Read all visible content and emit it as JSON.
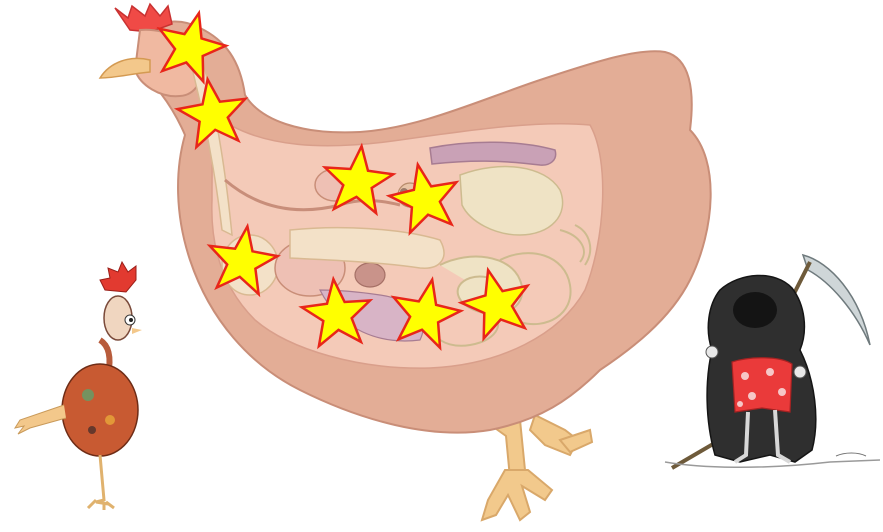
{
  "colors": {
    "background": "#ffffff",
    "hen_body": "#e3ad96",
    "hen_outline": "#c98e78",
    "hen_cavity": "#f4cab8",
    "organ_pale": "#f3e1c8",
    "organ_pink": "#eec0b4",
    "organ_purple": "#c9a1b6",
    "intestine": "#efe3c5",
    "legs": "#f2c98c",
    "comb": "#f04a46",
    "beak": "#f3c88b",
    "star_fill": "#ffff00",
    "star_stroke": "#e8261a",
    "reaper_robe": "#2f2f2f",
    "reaper_shorts": "#ea3a3a",
    "scythe_blade": "#cfd6d8",
    "cartoon_chicken_body": "#c85a32"
  },
  "hen": {
    "illustration": "hen-anatomy-cutaway",
    "highlighted_organ_markers": 8
  },
  "figures": [
    {
      "name": "cartoon-chicken",
      "description_icon": "running-chicken-icon"
    },
    {
      "name": "grim-reaper",
      "description_icon": "grim-reaper-icon"
    }
  ]
}
